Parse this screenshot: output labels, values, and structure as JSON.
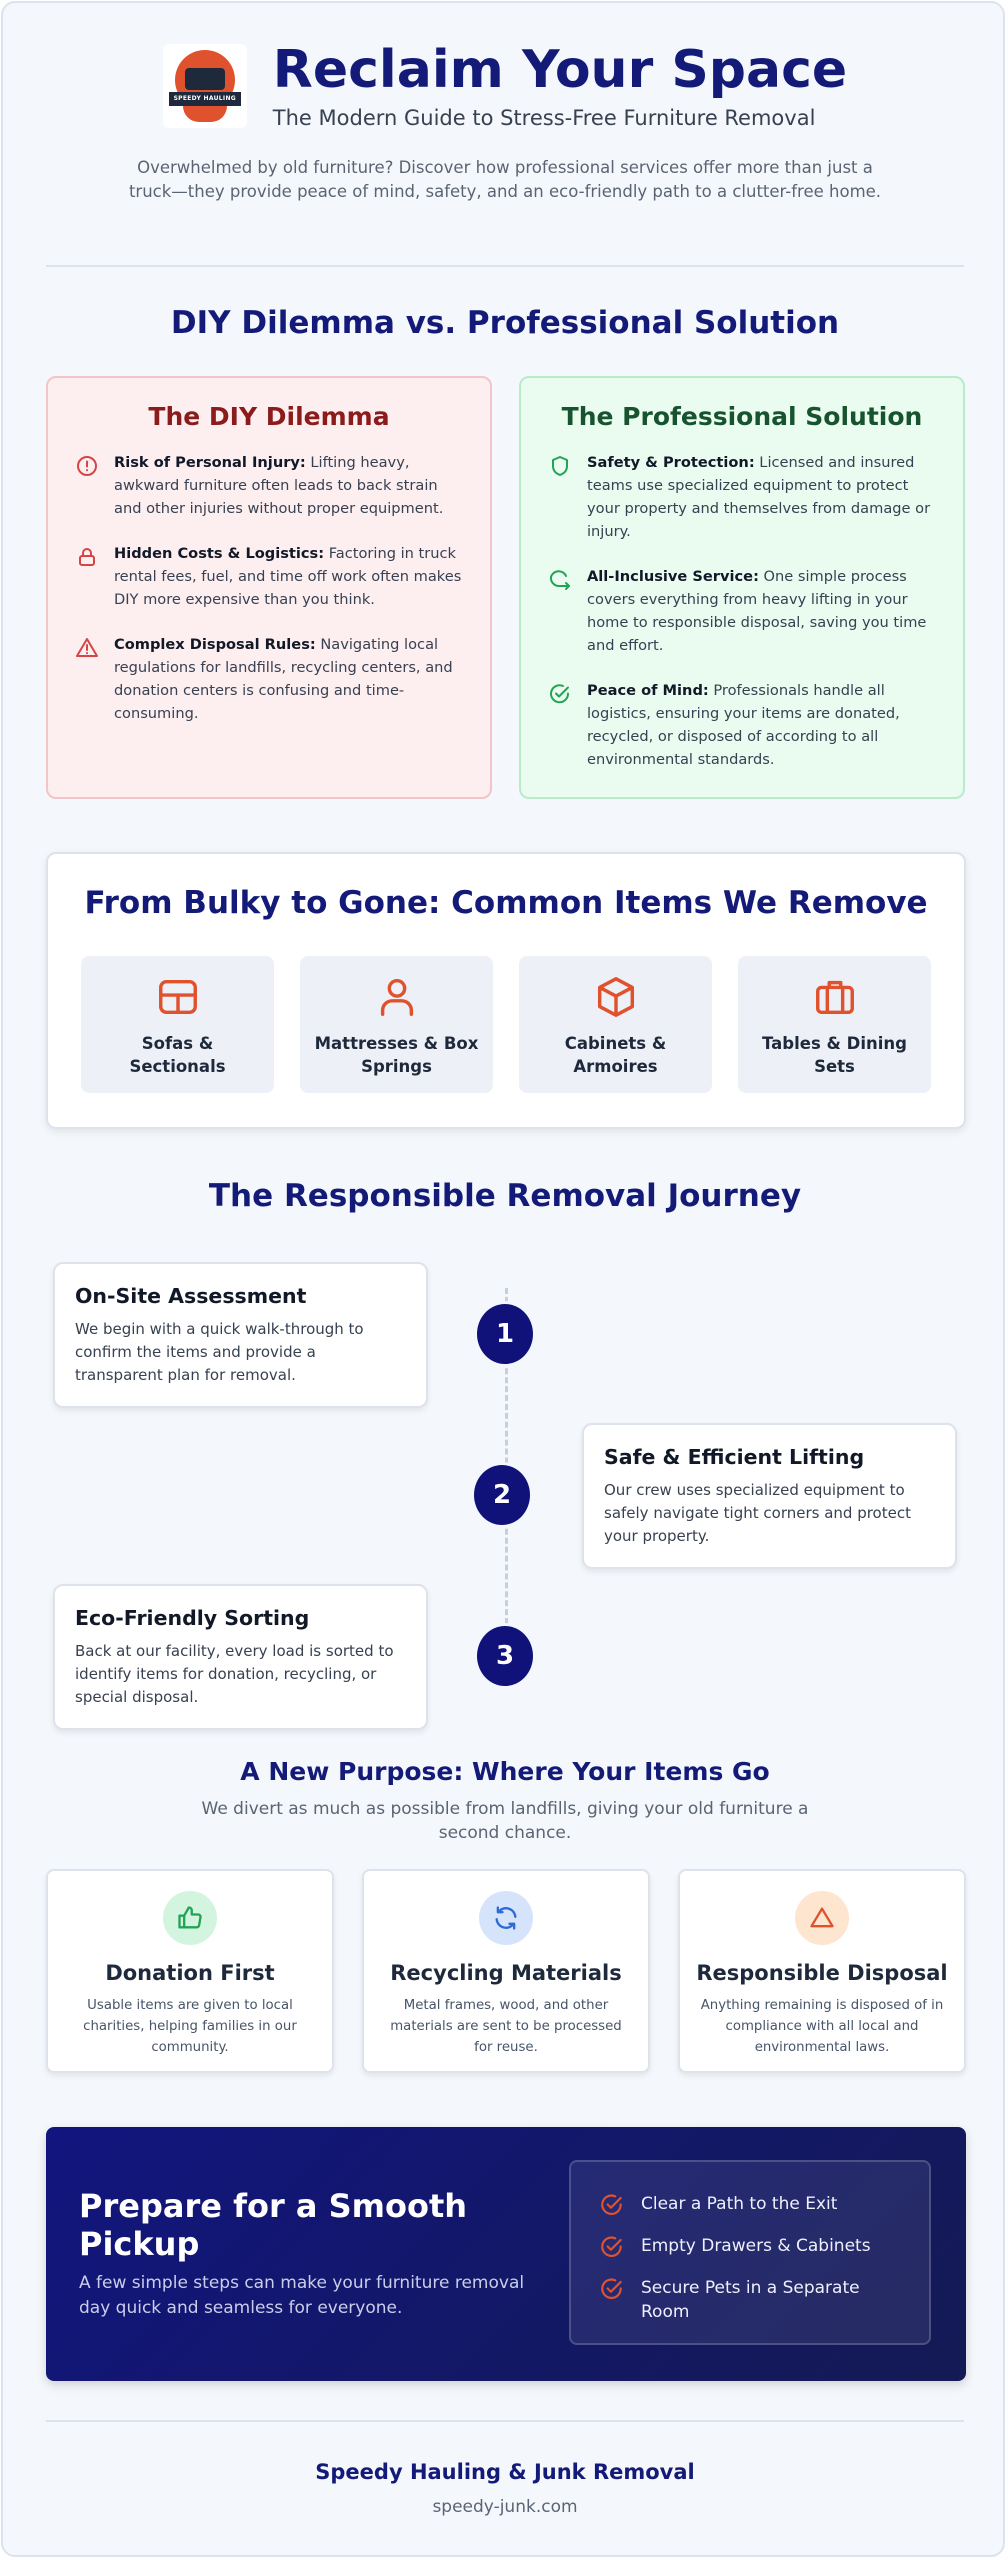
{
  "header": {
    "logo_text": "SPEEDY HAULING",
    "title": "Reclaim Your Space",
    "subtitle": "The Modern Guide to Stress-Free Furniture Removal",
    "intro": "Overwhelmed by old furniture? Discover how professional services offer more than just a truck—they provide peace of mind, safety, and an eco-friendly path to a clutter-free home."
  },
  "comparison": {
    "title": "DIY Dilemma vs. Professional Solution",
    "diy": {
      "heading": "The DIY Dilemma",
      "points": [
        {
          "icon": "alert-circle-icon",
          "bold": "Risk of Personal Injury:",
          "text": " Lifting heavy, awkward furniture often leads to back strain and other injuries without proper equipment."
        },
        {
          "icon": "lock-icon",
          "bold": "Hidden Costs & Logistics:",
          "text": " Factoring in truck rental fees, fuel, and time off work often makes DIY more expensive than you think."
        },
        {
          "icon": "warning-triangle-icon",
          "bold": "Complex Disposal Rules:",
          "text": " Navigating local regulations for landfills, recycling centers, and donation centers is confusing and time-consuming."
        }
      ]
    },
    "pro": {
      "heading": "The Professional Solution",
      "points": [
        {
          "icon": "shield-icon",
          "bold": "Safety & Protection:",
          "text": " Licensed and insured teams use specialized equipment to protect your property and themselves from damage or injury."
        },
        {
          "icon": "refresh-arrow-icon",
          "bold": "All-Inclusive Service:",
          "text": " One simple process covers everything from heavy lifting in your home to responsible disposal, saving you time and effort."
        },
        {
          "icon": "check-circle-icon",
          "bold": "Peace of Mind:",
          "text": " Professionals handle all logistics, ensuring your items are donated, recycled, or disposed of according to all environmental standards."
        }
      ]
    }
  },
  "items": {
    "title": "From Bulky to Gone: Common Items We Remove",
    "list": [
      {
        "icon": "sofa-icon",
        "label": "Sofas & Sectionals"
      },
      {
        "icon": "person-icon",
        "label": "Mattresses & Box Springs"
      },
      {
        "icon": "box-icon",
        "label": "Cabinets & Armoires"
      },
      {
        "icon": "briefcase-icon",
        "label": "Tables & Dining Sets"
      }
    ]
  },
  "journey": {
    "title": "The Responsible Removal Journey",
    "steps": [
      {
        "num": "1",
        "title": "On-Site Assessment",
        "text": "We begin with a quick walk-through to confirm the items and provide a transparent plan for removal."
      },
      {
        "num": "2",
        "title": "Safe & Efficient Lifting",
        "text": "Our crew uses specialized equipment to safely navigate tight corners and protect your property."
      },
      {
        "num": "3",
        "title": "Eco-Friendly Sorting",
        "text": "Back at our facility, every load is sorted to identify items for donation, recycling, or special disposal."
      }
    ]
  },
  "purpose": {
    "title": "A New Purpose: Where Your Items Go",
    "subtitle": "We divert as much as possible from landfills, giving your old furniture a second chance.",
    "cards": [
      {
        "icon": "thumbs-up-icon",
        "title": "Donation First",
        "text": "Usable items are given to local charities, helping families in our community."
      },
      {
        "icon": "recycle-icon",
        "title": "Recycling Materials",
        "text": "Metal frames, wood, and other materials are sent to be processed for reuse."
      },
      {
        "icon": "triangle-icon",
        "title": "Responsible Disposal",
        "text": "Anything remaining is disposed of in compliance with all local and environmental laws."
      }
    ]
  },
  "prep": {
    "title": "Prepare for a Smooth Pickup",
    "text": "A few simple steps can make your furniture removal day quick and seamless for everyone.",
    "checklist": [
      "Clear a Path to the Exit",
      "Empty Drawers & Cabinets",
      "Secure Pets in a Separate Room"
    ]
  },
  "footer": {
    "company": "Speedy Hauling & Junk Removal",
    "website": "speedy-junk.com"
  },
  "colors": {
    "navy": "#131a78",
    "accent_orange": "#e0522d",
    "diy_red": "#8b1c1c",
    "pro_green": "#17532e"
  }
}
